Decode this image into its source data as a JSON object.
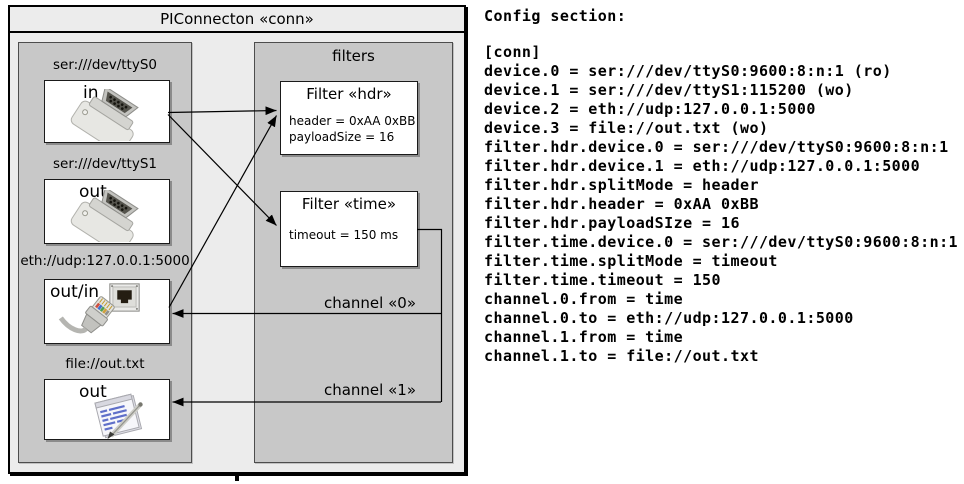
{
  "diagram": {
    "title": "PIConnecton «conn»",
    "devices_section": {
      "devices": [
        {
          "label": "ser:///dev/ttyS0",
          "direction": "in",
          "icon": "serial-connector"
        },
        {
          "label": "ser:///dev/ttyS1",
          "direction": "out",
          "icon": "serial-connector"
        },
        {
          "label": "eth://udp:127.0.0.1:5000",
          "direction": "out/in",
          "icon": "ethernet-connector"
        },
        {
          "label": "file://out.txt",
          "direction": "out",
          "icon": "notepad-document"
        }
      ]
    },
    "filters_section": {
      "title": "filters",
      "filters": [
        {
          "title": "Filter «hdr»",
          "properties": [
            "header = 0xAA 0xBB",
            "payloadSize = 16"
          ]
        },
        {
          "title": "Filter «time»",
          "properties": [
            "timeout = 150 ms"
          ]
        }
      ],
      "channels": [
        {
          "label": "channel «0»"
        },
        {
          "label": "channel «1»"
        }
      ]
    }
  },
  "config": {
    "heading": "Config section:",
    "lines": [
      "[conn]",
      "device.0 = ser:///dev/ttyS0:9600:8:n:1 (ro)",
      "device.1 = ser:///dev/ttyS1:115200 (wo)",
      "device.2 = eth://udp:127.0.0.1:5000",
      "device.3 = file://out.txt (wo)",
      "filter.hdr.device.0 = ser:///dev/ttyS0:9600:8:n:1",
      "filter.hdr.device.1 = eth://udp:127.0.0.1:5000",
      "filter.hdr.splitMode = header",
      "filter.hdr.header = 0xAA 0xBB",
      "filter.hdr.payloadSIze = 16",
      "filter.time.device.0 = ser:///dev/ttyS0:9600:8:n:1",
      "filter.time.splitMode = timeout",
      "filter.time.timeout = 150",
      "channel.0.from = time",
      "channel.0.to = eth://udp:127.0.0.1:5000",
      "channel.1.from = time",
      "channel.1.to = file://out.txt"
    ]
  },
  "colors": {
    "frame_bg": "#ececec",
    "container_bg": "#c8c8c8",
    "box_bg": "#ffffff",
    "line": "#000000",
    "text": "#000000"
  }
}
